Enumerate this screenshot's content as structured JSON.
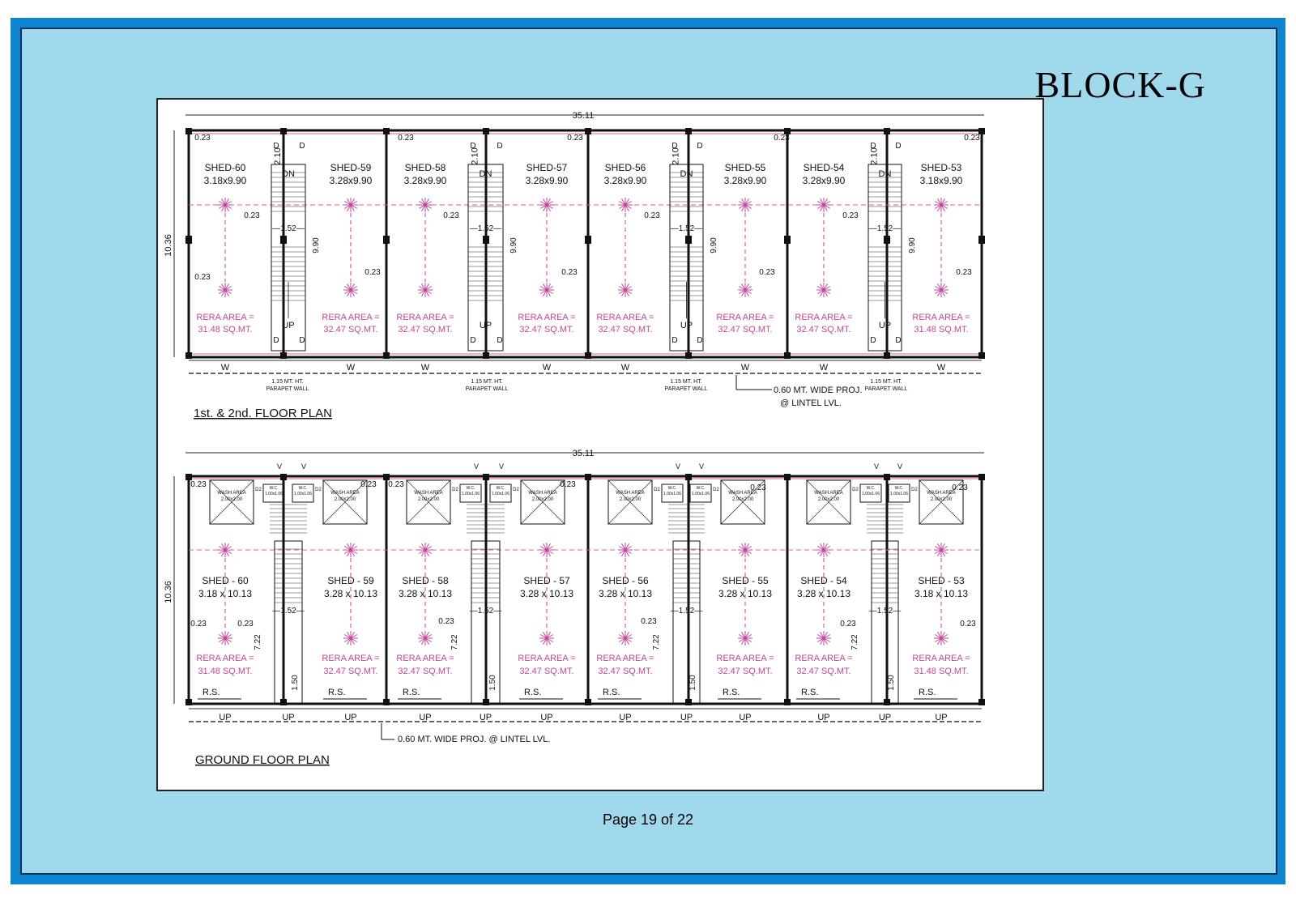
{
  "page": {
    "block_title": "BLOCK-G",
    "page_number": "Page 19 of 22"
  },
  "colors": {
    "frame": "#0d86cf",
    "panel": "#9fd9eb",
    "wall": "#111111",
    "rera": "#c2469a",
    "grid": "#e0607a"
  },
  "upper_plan": {
    "title": "1st. & 2nd. FLOOR PLAN",
    "overall_width": "35.11",
    "overall_depth": "10.36",
    "shed_depth": "9.90",
    "stair_width": "2.10",
    "landing": "1.52",
    "wall_thk": "0.23",
    "stair_up": "UP",
    "stair_dn": "DN",
    "door": "D",
    "window": "W",
    "parapet": [
      "1.15 MT. HT.",
      "PARAPET WALL"
    ],
    "projection": [
      "0.60 MT. WIDE PROJ.",
      "@ LINTEL LVL."
    ],
    "sheds": [
      {
        "name": "SHED-60",
        "size": "3.18x9.90",
        "area1": "RERA AREA =",
        "area2": "31.48 SQ.MT."
      },
      {
        "name": "SHED-59",
        "size": "3.28x9.90",
        "area1": "RERA AREA =",
        "area2": "32.47 SQ.MT."
      },
      {
        "name": "SHED-58",
        "size": "3.28x9.90",
        "area1": "RERA AREA =",
        "area2": "32.47 SQ.MT."
      },
      {
        "name": "SHED-57",
        "size": "3.28x9.90",
        "area1": "RERA AREA =",
        "area2": "32.47 SQ.MT."
      },
      {
        "name": "SHED-56",
        "size": "3.28x9.90",
        "area1": "RERA AREA =",
        "area2": "32.47 SQ.MT."
      },
      {
        "name": "SHED-55",
        "size": "3.28x9.90",
        "area1": "RERA AREA =",
        "area2": "32.47 SQ.MT."
      },
      {
        "name": "SHED-54",
        "size": "3.28x9.90",
        "area1": "RERA AREA =",
        "area2": "32.47 SQ.MT."
      },
      {
        "name": "SHED-53",
        "size": "3.18x9.90",
        "area1": "RERA AREA =",
        "area2": "31.48 SQ.MT."
      }
    ]
  },
  "ground_plan": {
    "title": "GROUND FLOOR PLAN",
    "overall_width": "35.11",
    "overall_depth": "10.36",
    "stair_depth": "7.22",
    "landing": "1.52",
    "step": "1.50",
    "wall_thk": "0.23",
    "wash": [
      "WASH AREA",
      "2.00x2.00"
    ],
    "wc": [
      "W.C.",
      "1.00x1.06"
    ],
    "rs": "R.S.",
    "up": "UP",
    "vent": "V",
    "door2": "D2",
    "projection": "0.60 MT. WIDE PROJ. @ LINTEL LVL.",
    "sheds": [
      {
        "name": "SHED - 60",
        "size": "3.18 x 10.13",
        "area1": "RERA AREA =",
        "area2": "31.48 SQ.MT."
      },
      {
        "name": "SHED - 59",
        "size": "3.28 x 10.13",
        "area1": "RERA AREA =",
        "area2": "32.47 SQ.MT."
      },
      {
        "name": "SHED - 58",
        "size": "3.28 x 10.13",
        "area1": "RERA AREA =",
        "area2": "32.47 SQ.MT."
      },
      {
        "name": "SHED - 57",
        "size": "3.28 x 10.13",
        "area1": "RERA AREA =",
        "area2": "32.47 SQ.MT."
      },
      {
        "name": "SHED - 56",
        "size": "3.28 x 10.13",
        "area1": "RERA AREA =",
        "area2": "32.47 SQ.MT."
      },
      {
        "name": "SHED - 55",
        "size": "3.28 x 10.13",
        "area1": "RERA AREA =",
        "area2": "32.47 SQ.MT."
      },
      {
        "name": "SHED - 54",
        "size": "3.28 x 10.13",
        "area1": "RERA AREA =",
        "area2": "32.47 SQ.MT."
      },
      {
        "name": "SHED - 53",
        "size": "3.18 x 10.13",
        "area1": "RERA AREA =",
        "area2": "31.48 SQ.MT."
      }
    ]
  }
}
